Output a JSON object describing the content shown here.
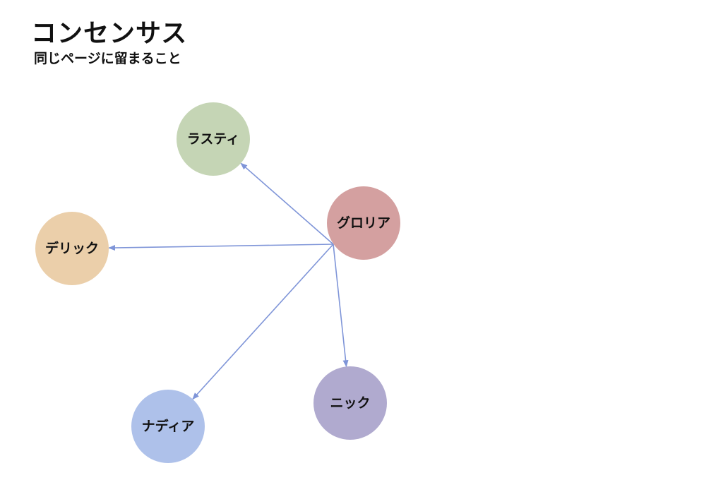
{
  "header": {
    "title": "コンセンサス",
    "subtitle": "同じページに留まること"
  },
  "nodes": [
    {
      "id": "gloria",
      "label": "グロリア",
      "color": "#d4a0a0"
    },
    {
      "id": "rusty",
      "label": "ラスティ",
      "color": "#c5d5b5"
    },
    {
      "id": "derrick",
      "label": "デリック",
      "color": "#ebcfaa"
    },
    {
      "id": "nadia",
      "label": "ナディア",
      "color": "#aec1ea"
    },
    {
      "id": "nick",
      "label": "ニック",
      "color": "#b0aacf"
    }
  ],
  "edges": [
    {
      "from": "gloria",
      "to": "rusty"
    },
    {
      "from": "gloria",
      "to": "derrick"
    },
    {
      "from": "gloria",
      "to": "nadia"
    },
    {
      "from": "gloria",
      "to": "nick"
    }
  ],
  "edge_color": "#7f95d8"
}
